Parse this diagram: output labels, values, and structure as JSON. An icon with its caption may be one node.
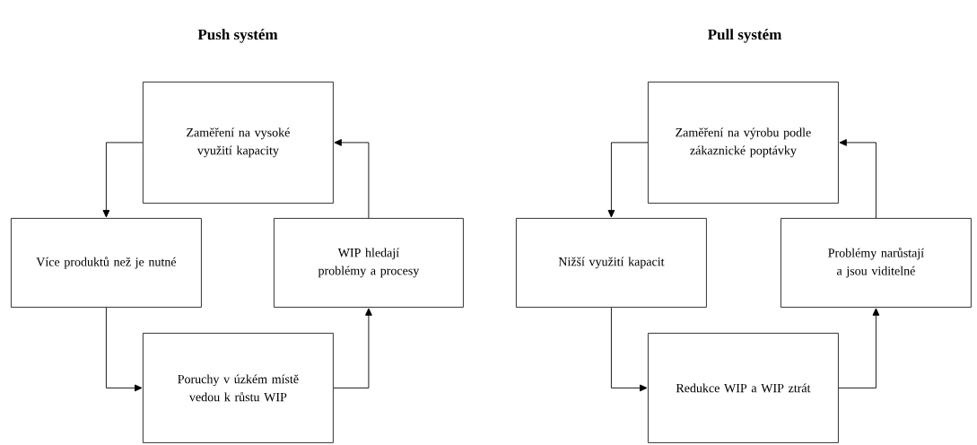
{
  "diagram": {
    "nodes": [
      {
        "text": [
          "Zaměření na vysoké využití kapacity"
        ]
      },
      {
        "text": [
          "Více produktů než je nutné"
        ]
      },
      {
        "text": [
          "WIP hledají problémy a procesy"
        ]
      },
      {
        "text": [
          "Poruchy v úzkém místě vedou k růstu WIP"
        ]
      },
      {
        "text": [
          "Zaměření na výrobu podle zákaznické poptávky"
        ]
      },
      {
        "text": [
          "Nižší využití kapacit"
        ]
      },
      {
        "text": [
          "Problémy narůstají a jsou viditelné"
        ]
      },
      {
        "text": [
          "Redukce WIP a WIP ztrát"
        ]
      }
    ],
    "edges": [
      {
        "from": 0,
        "to": 1,
        "arrow": "to"
      },
      {
        "from": 1,
        "to": 3,
        "arrow": "to"
      },
      {
        "from": 3,
        "to": 2,
        "arrow": "to"
      },
      {
        "from": 2,
        "to": 0,
        "arrow": "to"
      },
      {
        "from": 4,
        "to": 5,
        "arrow": "to"
      },
      {
        "from": 5,
        "to": 7,
        "arrow": "to"
      },
      {
        "from": 7,
        "to": 6,
        "arrow": "to"
      },
      {
        "from": 6,
        "to": 4,
        "arrow": "to"
      }
    ],
    "labels": [
      "Push systém",
      "Pull systém"
    ]
  }
}
